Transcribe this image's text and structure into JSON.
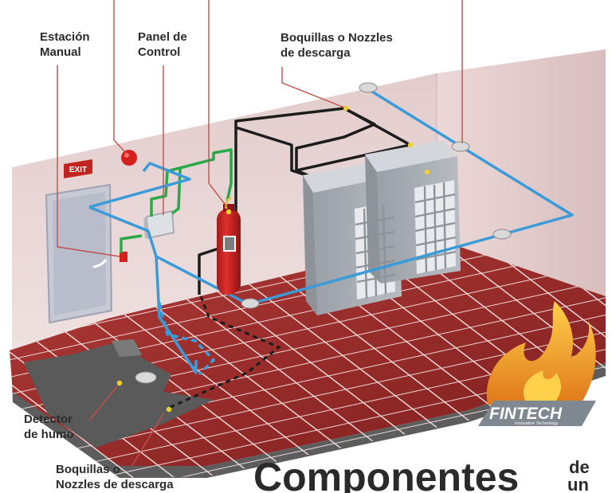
{
  "labels": {
    "manual_station": "Estación\nManual",
    "control_panel": "Panel de\nControl",
    "nozzles_top": "Boquillas o Nozzles\nde descarga",
    "smoke_detector": "Detector\nde humo",
    "nozzles_bottom": "Boquillas o\nNozzles de descarga"
  },
  "room": {
    "exit_sign": "EXIT"
  },
  "brand": {
    "name": "FINTECH",
    "tagline": "Innovative Technology"
  },
  "title": {
    "main": "Componentes",
    "small_line1": "de",
    "small_line2": "un"
  },
  "colors": {
    "pipe_blue": "#3a9bd8",
    "wire_green": "#2aa84a",
    "wire_black": "#1c1c1c",
    "leader_red": "#c0504d",
    "floor_red": "#9a2a2a",
    "wall_pink": "#e6cfcf",
    "cylinder_red": "#c8201e",
    "cabinet_gray": "#9ea3aa",
    "flame_orange": "#f5a623"
  }
}
